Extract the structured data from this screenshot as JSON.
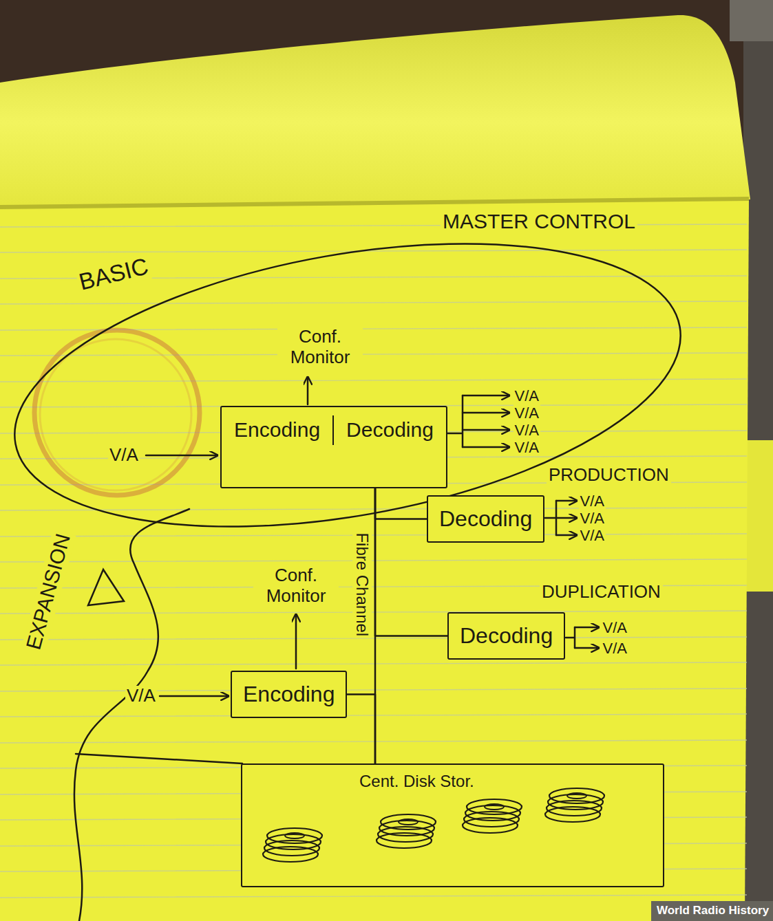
{
  "diagram": {
    "nodes": [
      {
        "text": [
          "MASTER CONTROL"
        ]
      },
      {
        "text": [
          "Encoding",
          "Decoding"
        ],
        "in": 0
      },
      {
        "text": [
          "PRODUCTION",
          "Decoding"
        ]
      },
      {
        "text": [
          "DUPLICATION",
          "Decoding"
        ]
      },
      {
        "text": [
          "Encoding"
        ]
      },
      {
        "text": [
          "Cent. Disk Stor."
        ]
      }
    ],
    "edges": [
      {
        "from": 1,
        "to": 5,
        "arrow": "none",
        "label": "Fibre Channel"
      },
      {
        "from": 1,
        "to": 2,
        "arrow": "none"
      },
      {
        "from": 1,
        "to": 3,
        "arrow": "none"
      },
      {
        "from": 4,
        "to": 5,
        "arrow": "none"
      }
    ],
    "labels": [
      "BASIC",
      "Conf. Monitor",
      "V/A",
      "V/A",
      "V/A",
      "V/A",
      "V/A",
      "V/A",
      "V/A",
      "V/A",
      "V/A",
      "V/A",
      "Conf. Monitor",
      "V/A",
      "EXPANSION",
      "World Radio History"
    ]
  }
}
